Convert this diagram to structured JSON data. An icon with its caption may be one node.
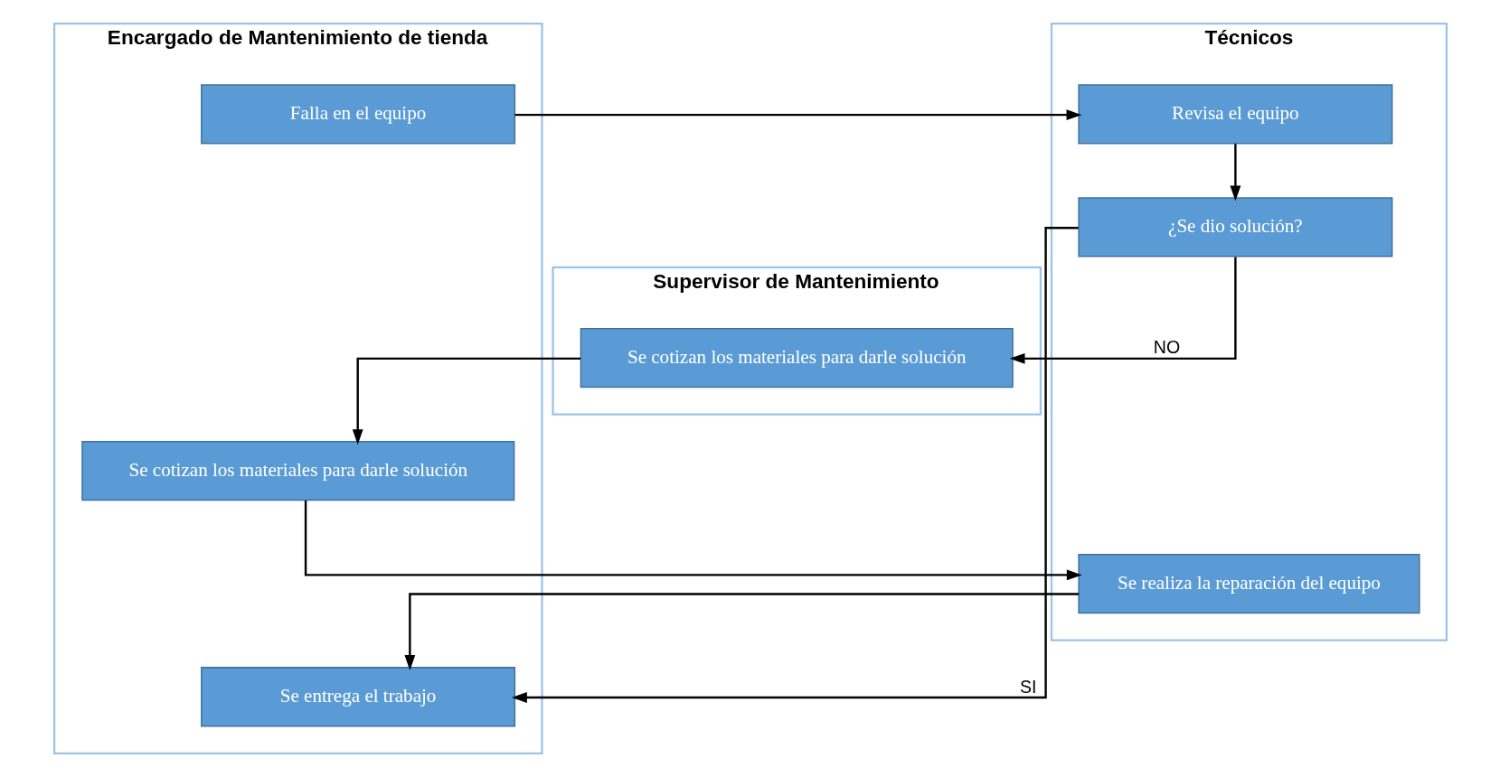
{
  "diagram": {
    "nodes": [
      {
        "text": [
          "Encargado de Mantenimiento de tienda"
        ]
      },
      {
        "text": [
          "Supervisor de Mantenimiento"
        ]
      },
      {
        "text": [
          "Técnicos"
        ]
      },
      {
        "text": [
          "Falla en el equipo"
        ],
        "in": 0
      },
      {
        "text": [
          "Revisa el equipo"
        ],
        "in": 2
      },
      {
        "text": [
          "¿Se dio solución?"
        ],
        "in": 2
      },
      {
        "text": [
          "Se cotizan los materiales para darle solución"
        ],
        "in": 1
      },
      {
        "text": [
          "Se cotizan los materiales para darle solución"
        ],
        "in": 0
      },
      {
        "text": [
          "Se realiza la reparación del equipo"
        ],
        "in": 2
      },
      {
        "text": [
          "Se entrega el trabajo"
        ],
        "in": 0
      }
    ],
    "edges": [
      {
        "from": 3,
        "to": 4,
        "arrow": "to"
      },
      {
        "from": 4,
        "to": 5,
        "arrow": "to"
      },
      {
        "from": 5,
        "to": 6,
        "arrow": "to",
        "label": "NO"
      },
      {
        "from": 6,
        "to": 7,
        "arrow": "to"
      },
      {
        "from": 7,
        "to": 8,
        "arrow": "to"
      },
      {
        "from": 8,
        "to": 9,
        "arrow": "to"
      },
      {
        "from": 5,
        "to": 9,
        "arrow": "to",
        "label": "SI"
      }
    ]
  }
}
